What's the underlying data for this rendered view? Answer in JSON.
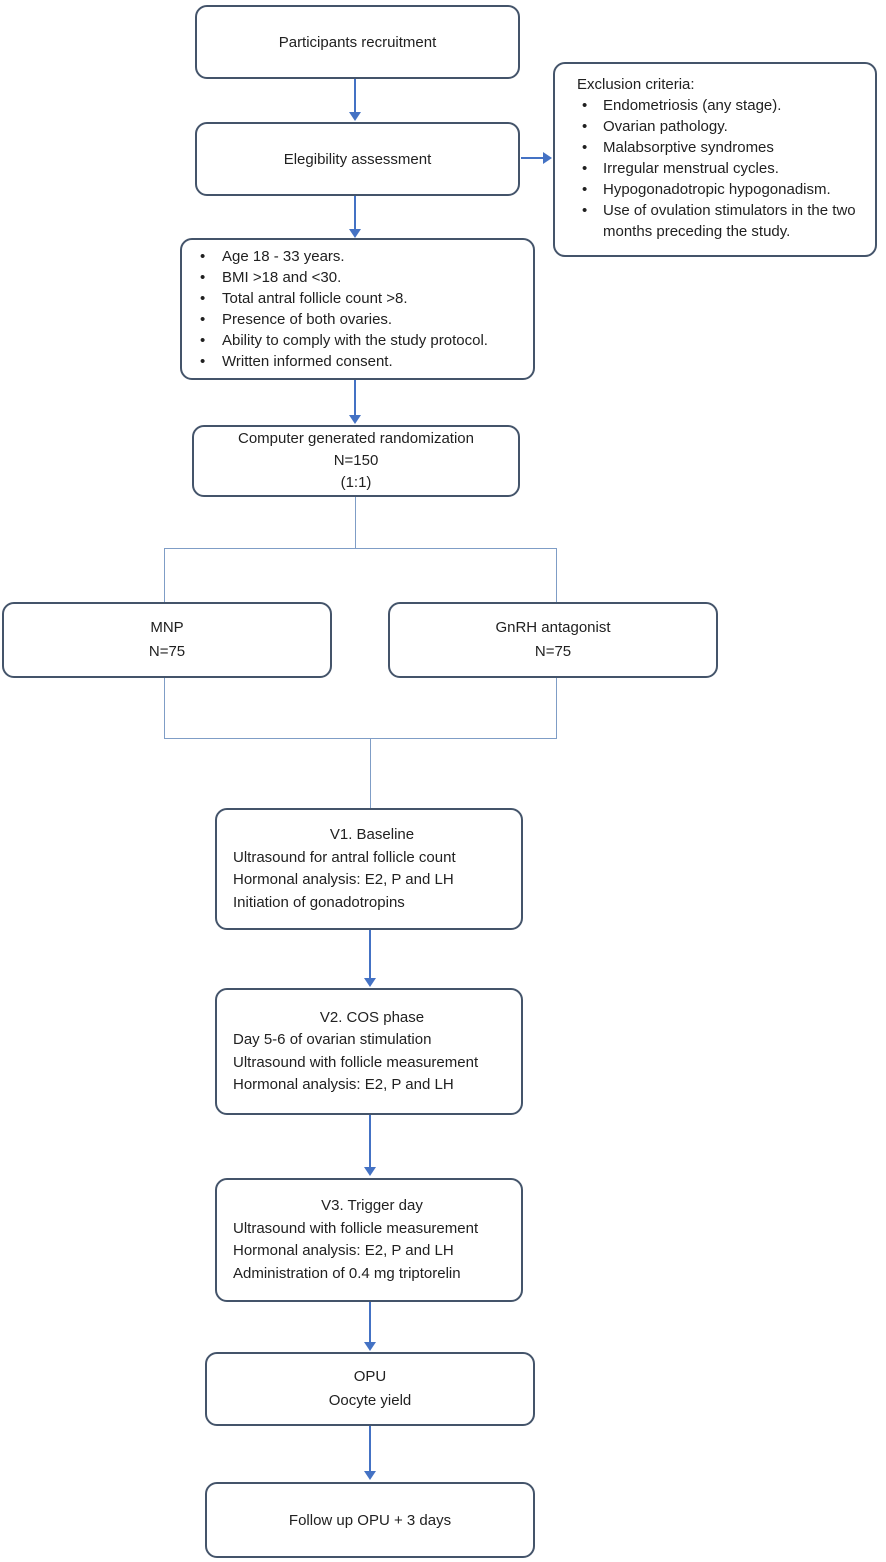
{
  "diagram": {
    "participants": {
      "label": "Participants recruitment"
    },
    "eligibility": {
      "label": "Elegibility assessment"
    },
    "exclusion": {
      "title": "Exclusion criteria:",
      "items": [
        "Endometriosis (any stage).",
        "Ovarian pathology.",
        "Malabsorptive syndromes",
        "Irregular menstrual cycles.",
        "Hypogonadotropic hypogonadism.",
        "Use of ovulation stimulators in the two months preceding the study."
      ]
    },
    "inclusion": {
      "items": [
        "Age 18 - 33 years.",
        "BMI >18 and <30.",
        "Total antral follicle count >8.",
        "Presence of both ovaries.",
        "Ability to comply with the study protocol.",
        "Written informed consent."
      ]
    },
    "randomization": {
      "lines": [
        "Computer generated randomization",
        "N=150",
        "(1:1)"
      ]
    },
    "arm_left": {
      "lines": [
        "MNP",
        "N=75"
      ]
    },
    "arm_right": {
      "lines": [
        "GnRH antagonist",
        "N=75"
      ]
    },
    "v1": {
      "title": "V1. Baseline",
      "lines": [
        "Ultrasound for antral follicle count",
        "Hormonal analysis: E2, P and LH",
        "Initiation of gonadotropins"
      ]
    },
    "v2": {
      "title": "V2. COS phase",
      "lines": [
        "Day 5-6 of ovarian stimulation",
        "Ultrasound with follicle measurement",
        "Hormonal analysis: E2, P and LH"
      ]
    },
    "v3": {
      "title": "V3. Trigger day",
      "lines": [
        "Ultrasound with follicle measurement",
        "Hormonal analysis: E2, P and LH",
        "Administration of 0.4 mg triptorelin"
      ]
    },
    "opu": {
      "lines": [
        "OPU",
        "Oocyte yield"
      ]
    },
    "followup": {
      "label": "Follow up OPU + 3 days"
    }
  },
  "colors": {
    "box_border": "#44546A",
    "arrow": "#4472C4",
    "elbow_line": "#7f9dc6",
    "background": "#ffffff"
  }
}
